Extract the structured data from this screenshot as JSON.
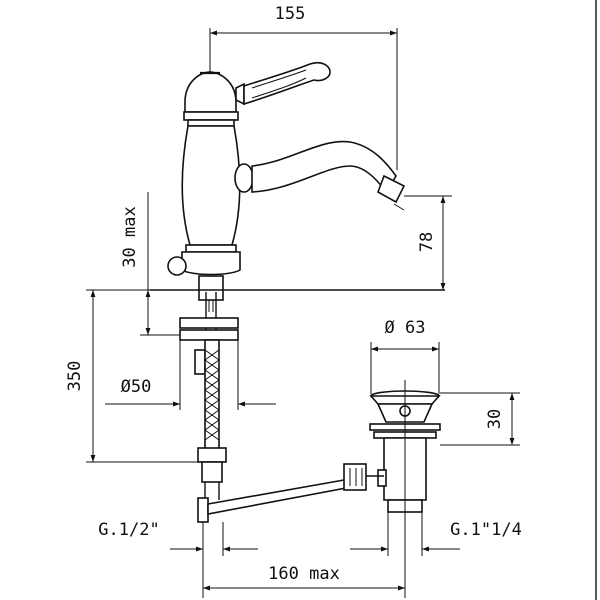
{
  "dimensions": {
    "width_top": "155",
    "spout_height": "78",
    "deck_max": "30 max",
    "hose_length": "350",
    "hole_diameter": "Ø50",
    "waste_diameter": "Ø 63",
    "waste_height": "30",
    "tap_thread": "G.1/2\"",
    "waste_thread": "G.1\"1/4",
    "rod_max": "160 max"
  },
  "colors": {
    "line": "#111111",
    "background": "#ffffff"
  }
}
